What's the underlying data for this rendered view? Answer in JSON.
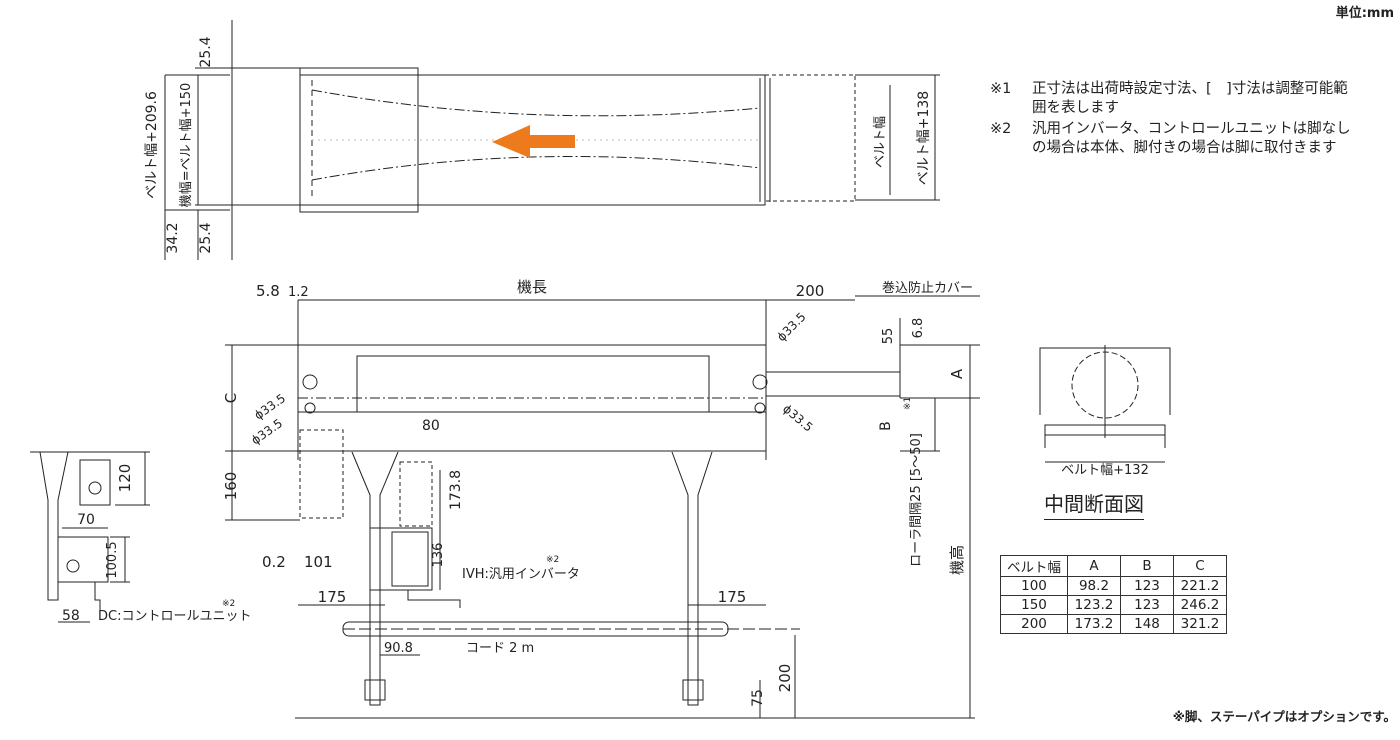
{
  "unit_label": "単位:mm",
  "notes": [
    {
      "mark": "※1",
      "text": "正寸法は出荷時設定寸法、[　]寸法は調整可能範囲を表します"
    },
    {
      "mark": "※2",
      "text": "汎用インバータ、コントロールユニットは脚なしの場合は本体、脚付きの場合は脚に取付きます"
    }
  ],
  "top_view": {
    "dim_top": "25.4",
    "dim_belt_plus_209": "ベルト幅+209.6",
    "dim_machine_width": "機幅=ベルト幅+150",
    "dim_bottom_a": "34.2",
    "dim_bottom_b": "25.4",
    "dim_belt_width": "ベルト幅",
    "dim_belt_plus_138": "ベルト幅+138"
  },
  "front_view": {
    "dim_5_8": "5.8",
    "dim_1_2": "1.2",
    "machine_length": "機長",
    "dim_200_top": "200",
    "cover_label": "巻込防止カバー",
    "dim_55": "55",
    "dim_6_8": "6.8",
    "dim_a": "A",
    "dim_b": "B",
    "dim_c": "C",
    "phi_1": "ϕ33.5",
    "phi_2": "ϕ33.5",
    "phi_3": "ϕ33.5",
    "phi_4": "ϕ33.5",
    "dim_80": "80",
    "dim_160": "160",
    "dim_173_8": "173.8",
    "dim_136": "136",
    "ivh_label": "IVH:汎用インバータ",
    "ivh_mark": "※2",
    "dim_0_2": "0.2",
    "dim_101": "101",
    "dim_175_left": "175",
    "dim_175_right": "175",
    "dim_90_8": "90.8",
    "cord_label": "コード 2 m",
    "dim_200_bottom": "200",
    "dim_75": "75",
    "roller_pitch": "ローラ間隔25 [5〜50]",
    "roller_mark": "※1",
    "machine_height": "機高"
  },
  "left_detail": {
    "dim_120": "120",
    "dim_70": "70",
    "dim_100_5": "100.5",
    "dim_58": "58",
    "dc_label": "DC:コントロールユニット",
    "dc_mark": "※2"
  },
  "section_view": {
    "dim_belt_plus_132": "ベルト幅+132",
    "title": "中間断面図"
  },
  "spec_table": {
    "headers": [
      "ベルト幅",
      "A",
      "B",
      "C"
    ],
    "rows": [
      [
        "100",
        "98.2",
        "123",
        "221.2"
      ],
      [
        "150",
        "123.2",
        "123",
        "246.2"
      ],
      [
        "200",
        "173.2",
        "148",
        "321.2"
      ]
    ]
  },
  "footer_note": "※脚、ステーパイプはオプションです。",
  "colors": {
    "arrow": "#ee7a1e",
    "line": "#222222"
  }
}
